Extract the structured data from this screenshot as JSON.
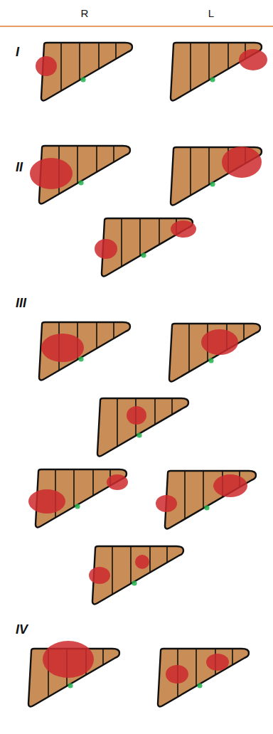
{
  "diagram": {
    "labels": [
      "R",
      "L",
      "I",
      "II",
      "III",
      "IV"
    ]
  }
}
